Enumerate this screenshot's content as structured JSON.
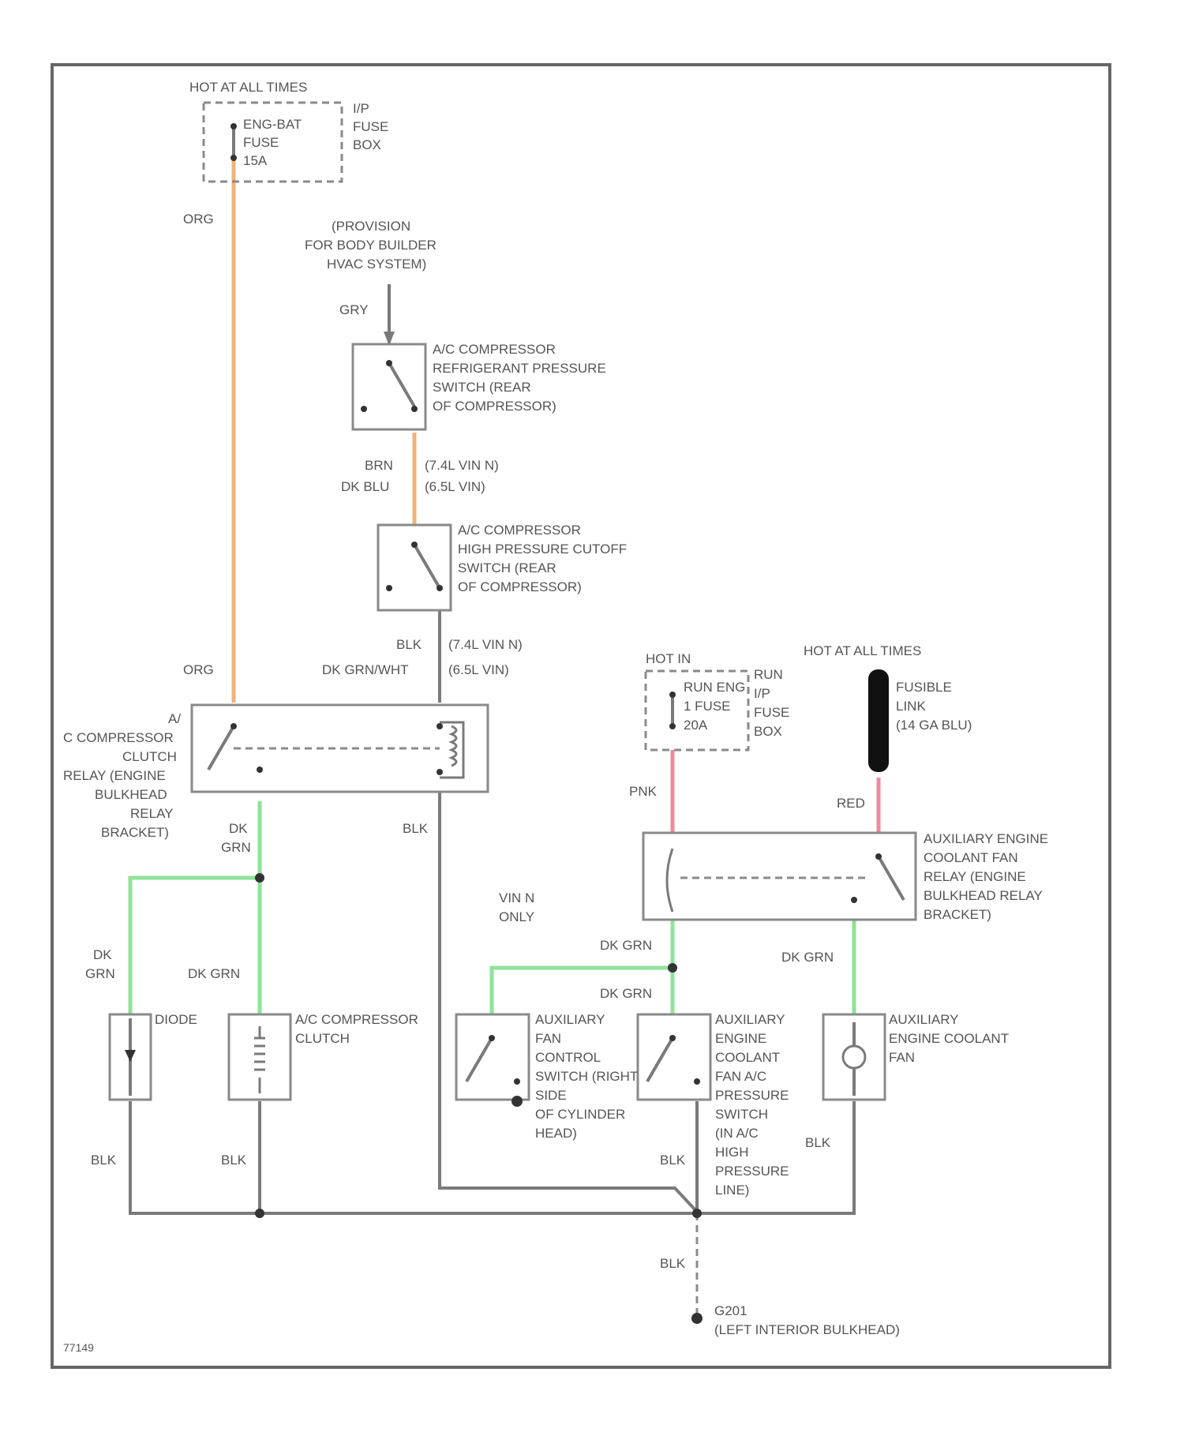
{
  "colors": {
    "orange_wire": "#f2b27a",
    "green_wire": "#8fe39a",
    "pink_wire": "#f08a98",
    "gray_wire": "#7a7a7a",
    "fusible_link": "#111111"
  },
  "labels": {
    "hot_all_times_1": "HOT AT ALL TIMES",
    "fuse_eng_bat_1": "ENG-BAT",
    "fuse_eng_bat_2": "FUSE",
    "fuse_eng_bat_3": "15A",
    "ip_fuse_box_1": "I/P",
    "ip_fuse_box_2": "FUSE",
    "ip_fuse_box_3": "BOX",
    "wire_org_1": "ORG",
    "provision_1": "(PROVISION",
    "provision_2": "FOR BODY BUILDER",
    "provision_3": "HVAC SYSTEM)",
    "wire_gry": "GRY",
    "refrig_sw_1": "A/C COMPRESSOR",
    "refrig_sw_2": "REFRIGERANT PRESSURE",
    "refrig_sw_3": "SWITCH (REAR",
    "refrig_sw_4": "OF COMPRESSOR)",
    "wire_brn": "BRN",
    "wire_brn_note": "(7.4L VIN N)",
    "wire_dkblu": "DK BLU",
    "wire_dkblu_note": "(6.5L VIN)",
    "cutoff_sw_1": "A/C COMPRESSOR",
    "cutoff_sw_2": "HIGH PRESSURE CUTOFF",
    "cutoff_sw_3": "SWITCH (REAR",
    "cutoff_sw_4": "OF COMPRESSOR)",
    "wire_blk_note1": "BLK",
    "wire_blk_note1b": "(7.4L VIN N)",
    "wire_dkgrn_wht": "DK GRN/WHT",
    "wire_dkgrn_wht_note": "(6.5L VIN)",
    "wire_org_2": "ORG",
    "relay_1": "A/",
    "relay_2": "C COMPRESSOR",
    "relay_3": "CLUTCH",
    "relay_4": "RELAY (ENGINE",
    "relay_5": "BULKHEAD",
    "relay_6": "RELAY",
    "relay_7": "BRACKET)",
    "wire_dkgrn_a1": "DK",
    "wire_dkgrn_a2": "GRN",
    "wire_blk_relay": "BLK",
    "wire_dkgrn_b1": "DK",
    "wire_dkgrn_b2": "GRN",
    "wire_dkgrn_c": "DK GRN",
    "diode": "DIODE",
    "clutch_1": "A/C COMPRESSOR",
    "clutch_2": "CLUTCH",
    "vin_only_1": "VIN N",
    "vin_only_2": "ONLY",
    "wire_dkgrn_d": "DK GRN",
    "wire_dkgrn_e": "DK GRN",
    "aux_sw_1": "AUXILIARY",
    "aux_sw_2": "FAN",
    "aux_sw_3": "CONTROL",
    "aux_sw_4": "SWITCH (RIGHT",
    "aux_sw_5": "SIDE",
    "aux_sw_6": "OF CYLINDER",
    "aux_sw_7": "HEAD)",
    "aux_press_1": "AUXILIARY",
    "aux_press_2": "ENGINE",
    "aux_press_3": "COOLANT",
    "aux_press_4": "FAN A/C",
    "aux_press_5": "PRESSURE",
    "aux_press_6": "SWITCH",
    "aux_press_7": "(IN A/C",
    "aux_press_8": "HIGH",
    "aux_press_9": "PRESSURE",
    "aux_press_10": "LINE)",
    "hot_in_run_1": "HOT IN",
    "hot_in_run_2": "RUN",
    "fuse_run_1": "RUN ENG",
    "fuse_run_2": "1 FUSE",
    "fuse_run_3": "20A",
    "ip_fuse_box_b1": "I/P",
    "ip_fuse_box_b2": "FUSE",
    "ip_fuse_box_b3": "BOX",
    "hot_all_times_2": "HOT AT ALL TIMES",
    "fusible_1": "FUSIBLE",
    "fusible_2": "LINK",
    "fusible_3": "(14 GA BLU)",
    "wire_pnk": "PNK",
    "wire_red": "RED",
    "fan_relay_1": "AUXILIARY ENGINE",
    "fan_relay_2": "COOLANT FAN",
    "fan_relay_3": "RELAY (ENGINE",
    "fan_relay_4": "BULKHEAD RELAY",
    "fan_relay_5": "BRACKET)",
    "wire_dkgrn_f": "DK GRN",
    "fan_1": "AUXILIARY",
    "fan_2": "ENGINE COOLANT",
    "fan_3": "FAN",
    "wire_blk_1": "BLK",
    "wire_blk_2": "BLK",
    "wire_blk_3": "BLK",
    "wire_blk_4": "BLK",
    "wire_blk_5": "BLK",
    "ground_1": "G201",
    "ground_2": "(LEFT INTERIOR BULKHEAD)",
    "fig_number": "77149"
  }
}
